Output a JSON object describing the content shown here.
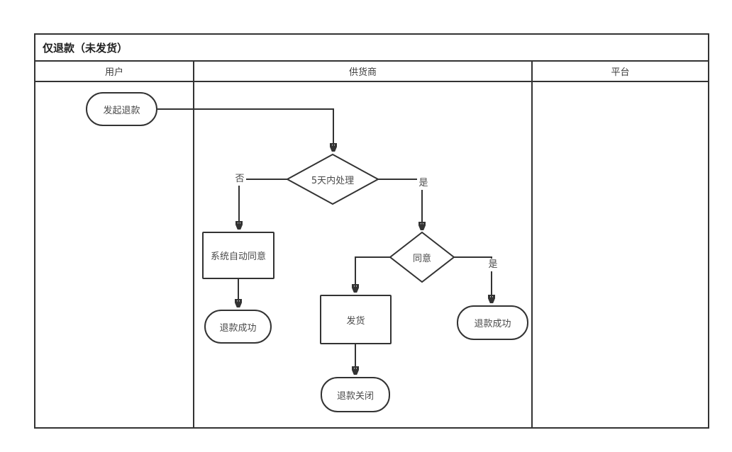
{
  "colors": {
    "line": "#333333",
    "node_text": "#4a4a4a",
    "background": "#ffffff"
  },
  "diagram": {
    "title": "仅退款（未发货）",
    "lanes": [
      {
        "label": "用户"
      },
      {
        "label": "供货商"
      },
      {
        "label": "平台"
      }
    ],
    "nodes": {
      "start": "发起退款",
      "decision_5days": "5天内处理",
      "auto_agree": "系统自动同意",
      "refund_success_left": "退款成功",
      "decision_agree": "同意",
      "ship": "发货",
      "refund_closed": "退款关闭",
      "refund_success_right": "退款成功"
    },
    "edge_labels": {
      "no": "否",
      "yes_5days": "是",
      "yes_agree": "是"
    }
  }
}
